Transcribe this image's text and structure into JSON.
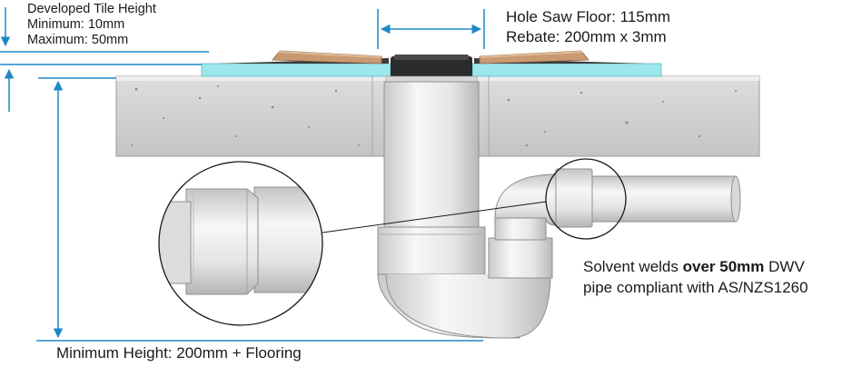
{
  "tile_height": {
    "title": "Developed Tile Height",
    "minimum": "Minimum: 10mm",
    "maximum": "Maximum: 50mm"
  },
  "hole_saw": {
    "floor": "Hole Saw Floor: 115mm",
    "rebate": "Rebate: 200mm x 3mm"
  },
  "solvent": {
    "prefix": "Solvent welds ",
    "bold": "over 50mm",
    "suffix": " DWV",
    "line2": "pipe compliant with AS/NZS1260"
  },
  "min_height": "Minimum Height: 200mm + Flooring",
  "colors": {
    "dimension_line": "#1e88c7",
    "concrete": "#cfcfcf",
    "membrane": "#8fe3ea",
    "timber": "#c99a72",
    "pipe": "#ececec",
    "waste_top": "#2b2b2b"
  }
}
